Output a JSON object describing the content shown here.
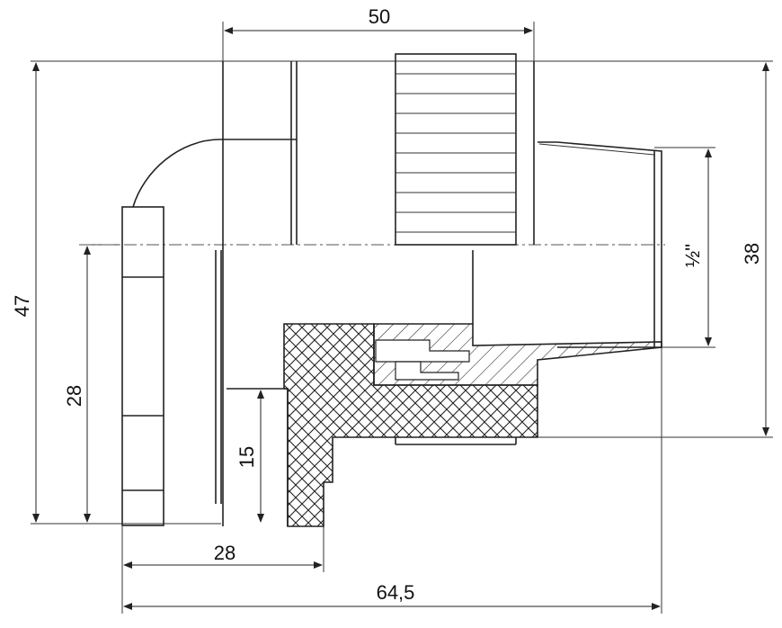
{
  "dimensions": {
    "top_width": "50",
    "left_height": "47",
    "inner_height": "28",
    "small_height": "15",
    "bottom_short": "28",
    "bottom_total": "64,5",
    "thread": "½\"",
    "right_height": "38"
  }
}
